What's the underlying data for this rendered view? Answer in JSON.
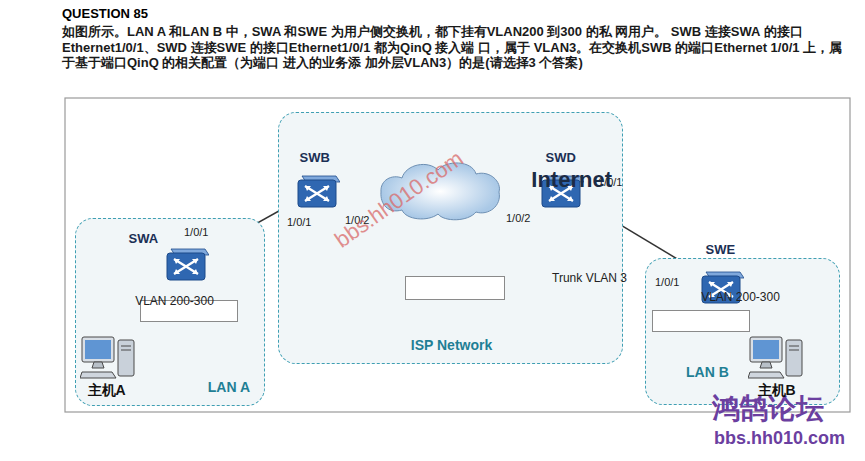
{
  "diagram": {
    "title": "QUESTION 85",
    "nodes": [
      {
        "text": [
          "LAN A"
        ]
      },
      {
        "text": [
          "SWA"
        ],
        "in": 0
      },
      {
        "text": [
          "VLAN 200-300"
        ],
        "in": 0
      },
      {
        "text": [
          "主机A"
        ],
        "in": 0
      },
      {
        "text": [
          "ISP Network"
        ]
      },
      {
        "text": [
          "SWB"
        ],
        "in": 4
      },
      {
        "text": [
          "Internet"
        ],
        "in": 4
      },
      {
        "text": [
          "SWD"
        ],
        "in": 4
      },
      {
        "text": [
          "Trunk VLAN 3"
        ],
        "in": 4
      },
      {
        "text": [
          "LAN B"
        ]
      },
      {
        "text": [
          "SWE"
        ],
        "in": 9
      },
      {
        "text": [
          "VLAN 200-300"
        ],
        "in": 9
      },
      {
        "text": [
          "主机B"
        ],
        "in": 9
      }
    ],
    "edges": [
      {
        "from": 1,
        "to": 5,
        "arrow": "none"
      },
      {
        "from": 5,
        "to": 6,
        "arrow": "none"
      },
      {
        "from": 6,
        "to": 7,
        "arrow": "none"
      },
      {
        "from": 7,
        "to": 10,
        "arrow": "none"
      },
      {
        "from": 10,
        "to": 12,
        "arrow": "none"
      }
    ],
    "labels": [
      "如图所示。LAN A 和LAN B 中，SWA 和SWE 为用户侧交换机，都下挂有VLAN200 到300 的私 网用户。 SWB 连接SWA 的接口Ethernet1/0/1、SWD 连接SWE 的接口Ethernet1/0/1 都为QinQ 接入端 口，属于 VLAN3。在交换机SWB 的端口Ethernet 1/0/1 上，属于基于端口QinQ 的相关配置（为端口 进入的业务添 加外层VLAN3）的是(请选择3 个答案)",
      "1/0/1",
      "1/0/1",
      "1/0/2",
      "1/0/2",
      "1/0/1",
      "1/0/1",
      "bbs.hh010.com",
      "鸿鹄论坛",
      "bbs.hh010.com"
    ]
  }
}
